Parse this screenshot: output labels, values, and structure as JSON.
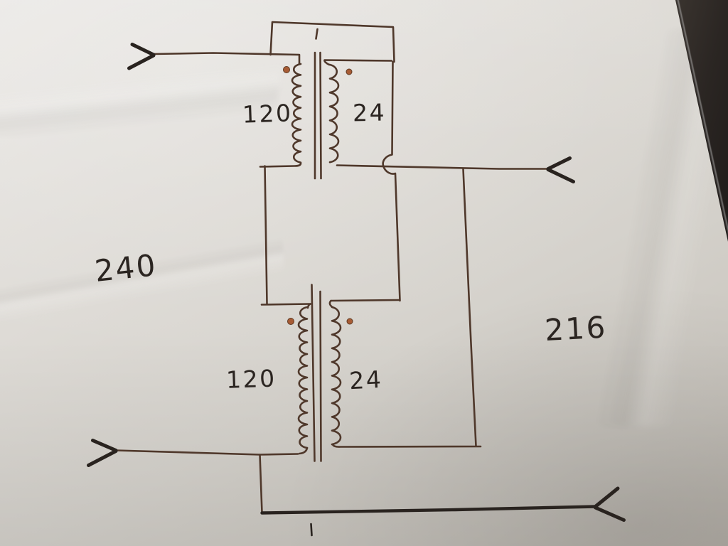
{
  "scene": {
    "type": "photo of a hand-drawn buck transformer wiring diagram on paper",
    "colors": {
      "background": "#26221f",
      "paper": "#d9d6d0",
      "ink_circuit": "#4f382b",
      "ink_dark": "#29231f",
      "ink_text": "#2b2521",
      "dot": "#a85c35"
    }
  },
  "labels": {
    "source_voltage": "240",
    "output_voltage": "216",
    "transformer_top": {
      "primary": "120",
      "secondary": "24"
    },
    "transformer_bottom": {
      "primary": "120",
      "secondary": "24"
    }
  }
}
